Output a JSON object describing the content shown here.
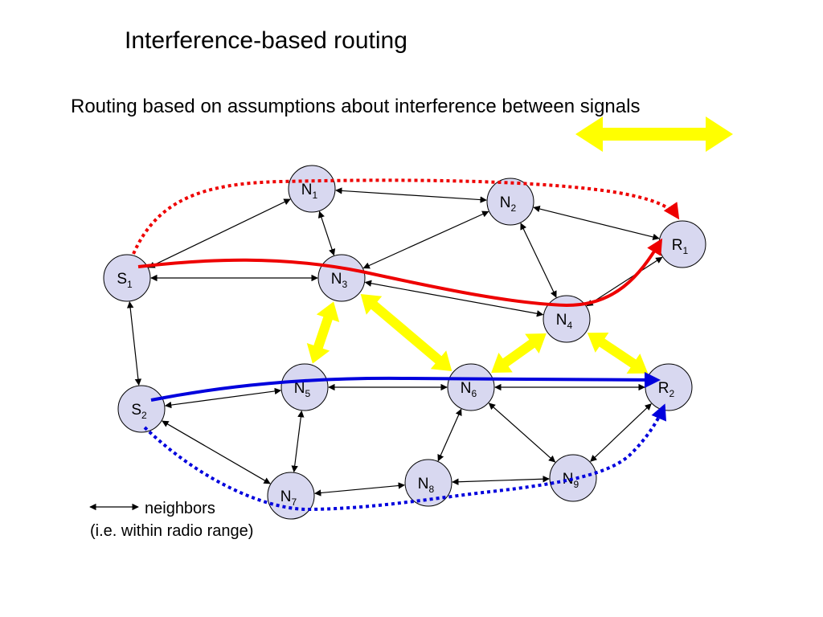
{
  "title": "Interference-based routing",
  "subtitle": "Routing based on assumptions about interference between signals",
  "legend": {
    "label": "neighbors",
    "description": "(i.e. within radio range)"
  },
  "colors": {
    "node_fill": "#d8d8f0",
    "interference": "#ffff00",
    "route_s1": "#ee0000",
    "route_s2": "#0000dd",
    "edge": "#000000"
  },
  "nodes": [
    {
      "id": "N1",
      "base": "N",
      "sub": "1"
    },
    {
      "id": "N2",
      "base": "N",
      "sub": "2"
    },
    {
      "id": "N3",
      "base": "N",
      "sub": "3"
    },
    {
      "id": "N4",
      "base": "N",
      "sub": "4"
    },
    {
      "id": "N5",
      "base": "N",
      "sub": "5"
    },
    {
      "id": "N6",
      "base": "N",
      "sub": "6"
    },
    {
      "id": "N7",
      "base": "N",
      "sub": "7"
    },
    {
      "id": "N8",
      "base": "N",
      "sub": "8"
    },
    {
      "id": "N9",
      "base": "N",
      "sub": "9"
    },
    {
      "id": "S1",
      "base": "S",
      "sub": "1"
    },
    {
      "id": "S2",
      "base": "S",
      "sub": "2"
    },
    {
      "id": "R1",
      "base": "R",
      "sub": "1"
    },
    {
      "id": "R2",
      "base": "R",
      "sub": "2"
    }
  ],
  "neighbor_links": [
    [
      "S1",
      "N1"
    ],
    [
      "N1",
      "N2"
    ],
    [
      "N2",
      "R1"
    ],
    [
      "S1",
      "N3"
    ],
    [
      "N1",
      "N3"
    ],
    [
      "N2",
      "N3"
    ],
    [
      "N2",
      "N4"
    ],
    [
      "N3",
      "N4"
    ],
    [
      "N4",
      "R1"
    ],
    [
      "S1",
      "S2"
    ],
    [
      "S2",
      "N5"
    ],
    [
      "S2",
      "N7"
    ],
    [
      "N5",
      "N6"
    ],
    [
      "N6",
      "R2"
    ],
    [
      "N5",
      "N7"
    ],
    [
      "N6",
      "N8"
    ],
    [
      "N6",
      "N9"
    ],
    [
      "N7",
      "N8"
    ],
    [
      "N8",
      "N9"
    ],
    [
      "N9",
      "R2"
    ]
  ],
  "interference_links": [
    [
      "N3",
      "N5"
    ],
    [
      "N3",
      "N6"
    ],
    [
      "N4",
      "N6"
    ],
    [
      "N4",
      "R2"
    ]
  ],
  "routes": [
    {
      "from": "S1",
      "to": "R1",
      "style": "solid",
      "color": "#ee0000"
    },
    {
      "from": "S1",
      "to": "R1",
      "style": "dotted",
      "color": "#ee0000"
    },
    {
      "from": "S2",
      "to": "R2",
      "style": "solid",
      "color": "#0000dd"
    },
    {
      "from": "S2",
      "to": "R2",
      "style": "dotted",
      "color": "#0000dd"
    }
  ]
}
